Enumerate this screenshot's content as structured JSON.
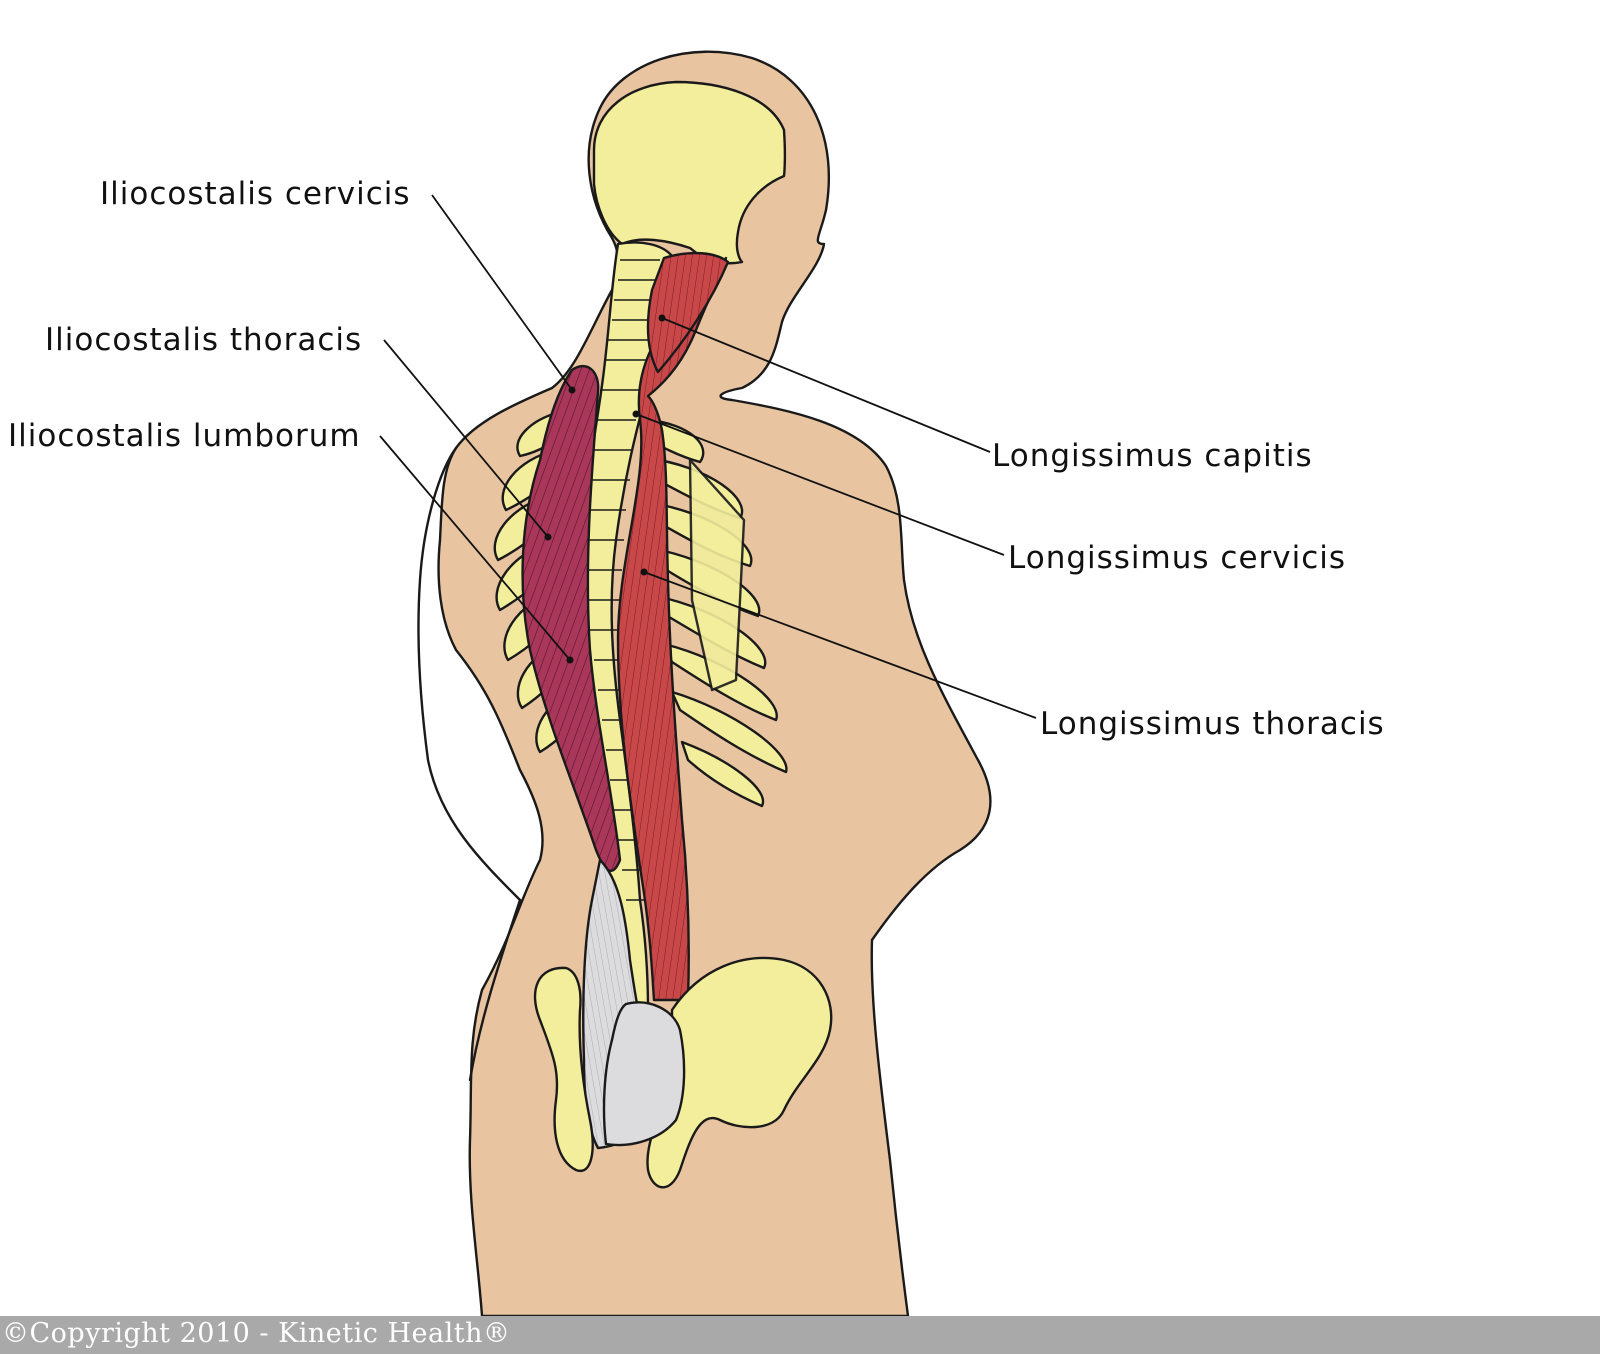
{
  "labels": {
    "iliocostalis_cervicis": "Iliocostalis cervicis",
    "iliocostalis_thoracis": "Iliocostalis thoracis",
    "iliocostalis_lumborum": "Iliocostalis lumborum",
    "longissimus_capitis": "Longissimus capitis",
    "longissimus_cervicis": "Longissimus cervicis",
    "longissimus_thoracis": "Longissimus thoracis"
  },
  "footer": {
    "copyright": "©Copyright 2010 - Kinetic Health®"
  },
  "colors": {
    "skin": "#e8c4a0",
    "bone": "#f2ee9c",
    "iliocostalis": "#a8375a",
    "longissimus": "#c8484a",
    "fascia": "#d9d9dc",
    "footer_bar": "#a9a9a9"
  }
}
